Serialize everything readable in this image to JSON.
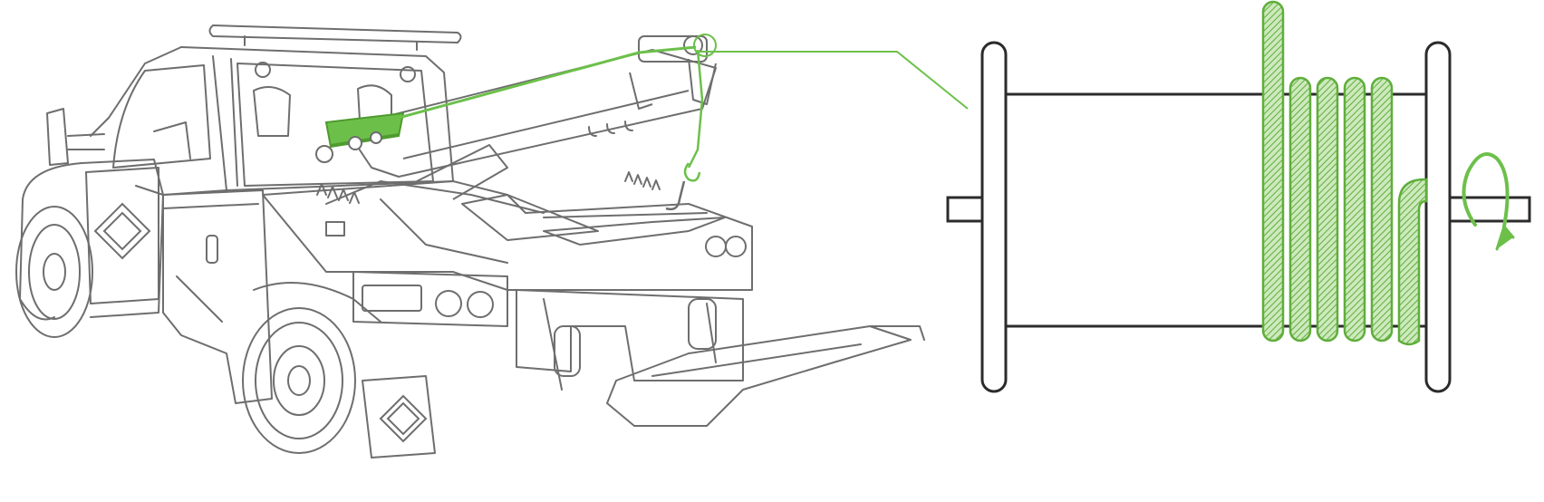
{
  "colors": {
    "background": "#ffffff",
    "line": "#2b2b2b",
    "light_line": "#9a9a9a",
    "accent_green": "#6cc04a",
    "accent_green_dark": "#4e9a2e",
    "hatch_green": "#5fae3b"
  },
  "icons": {
    "truck": "tow-truck-illustration",
    "emblem": "wm-diamond-emblem",
    "rotation": "rotation-arrow-icon"
  },
  "diagram": {
    "highlighted_part": "winch-drum",
    "visible_wraps": 5
  }
}
